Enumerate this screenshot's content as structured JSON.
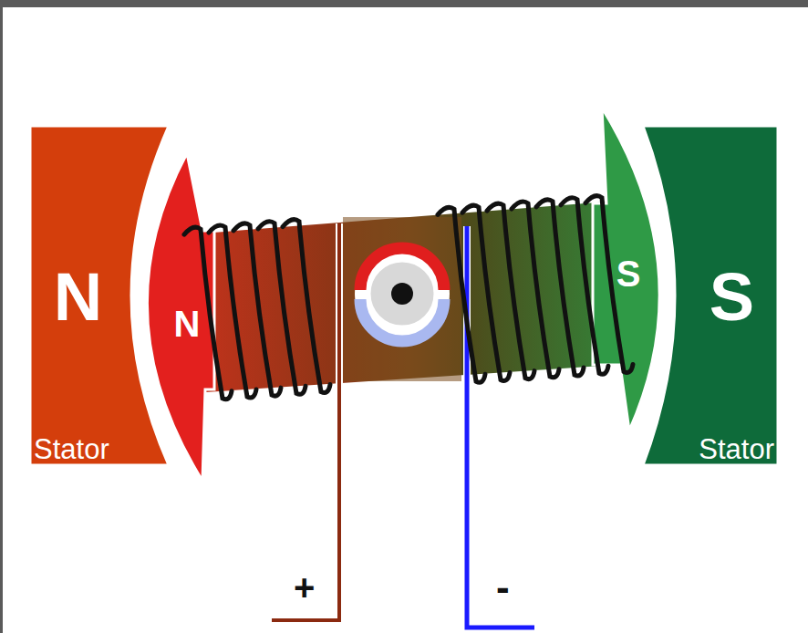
{
  "diagram": {
    "nodes": [
      {
        "text": [
          "N",
          "Stator"
        ]
      },
      {
        "text": [
          "N"
        ]
      },
      {
        "text": [
          "S"
        ]
      },
      {
        "text": [
          "S",
          "Stator"
        ]
      }
    ],
    "labels": [
      "+",
      "-"
    ]
  }
}
